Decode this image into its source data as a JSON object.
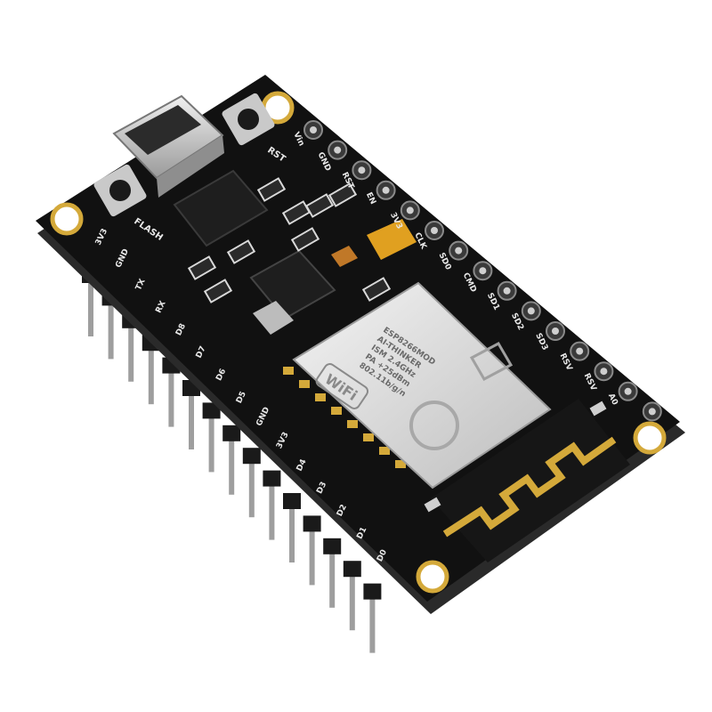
{
  "board": {
    "colors": {
      "background": "#ffffff",
      "pcb": "#111111",
      "pcb_edge": "#2a2a2a",
      "gold": "#d4a93a",
      "silver": "#cfcfcf",
      "shield": "#e4e4e4",
      "silkscreen": "#e8e8e8",
      "capacitor": "#e0a020"
    },
    "module": {
      "lines": [
        "ESP8266MOD",
        "AI-THINKER",
        "ISM 2.4GHz",
        "PA +25dBm",
        "802.11b/g/n"
      ],
      "wifi_logo": "WiFi"
    },
    "labels_top": [
      "Vin",
      "GND",
      "RST",
      "EN",
      "3V3",
      "CLK",
      "SD0",
      "CMD",
      "SD1",
      "SD2",
      "SD3",
      "RSV",
      "RSV",
      "A0"
    ],
    "labels_bottom": [
      "3V3",
      "GND",
      "TX",
      "RX",
      "D8",
      "D7",
      "D6",
      "D5",
      "GND",
      "3V3",
      "D4",
      "D3",
      "D2",
      "D1",
      "D0"
    ],
    "button_labels": {
      "reset": "RST",
      "flash": "FLASH"
    }
  }
}
